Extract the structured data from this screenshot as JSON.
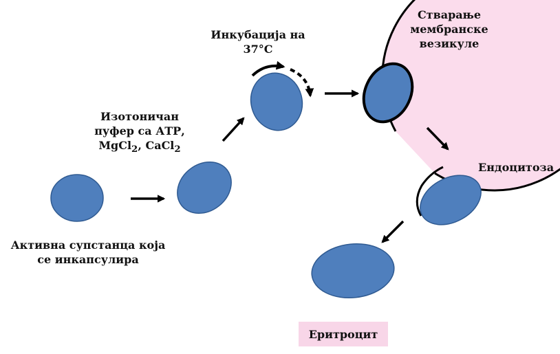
{
  "labels": {
    "active_substance": {
      "line1": "Активна супстанца која",
      "line2": "се инкапсулира"
    },
    "buffer": {
      "line1": "Изотоничан",
      "line2": "пуфер са АТР,",
      "mg": "MgCl",
      "ca": "CaCl",
      "sub": "2"
    },
    "incubation": {
      "line1": "Инкубација на",
      "line2": "37°C"
    },
    "vesicle": {
      "line1": "Стварање",
      "line2": "мембранске",
      "line3": "везикуле"
    },
    "endocytosis": "Ендоцитоза",
    "erythrocyte": "Еритроцит"
  },
  "colors": {
    "particle_fill": "#4f7fbd",
    "particle_stroke": "#2f5a91",
    "cell_fill": "#fbdcec",
    "outline": "#000000",
    "label_bg": "#fbdcec"
  }
}
